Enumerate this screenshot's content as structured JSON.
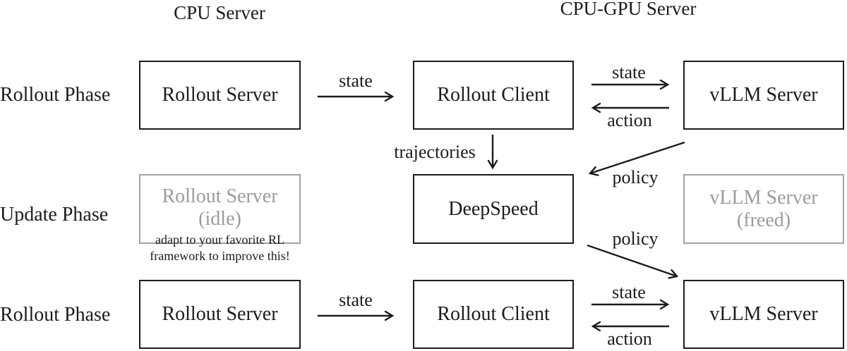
{
  "headers": {
    "cpu_server": "CPU Server",
    "cpu_gpu_server": "CPU-GPU Server"
  },
  "phases": {
    "rollout_top": "Rollout Phase",
    "update": "Update Phase",
    "rollout_bottom": "Rollout Phase"
  },
  "nodes": {
    "rollout_server_top": {
      "label": "Rollout Server"
    },
    "rollout_client_top": {
      "label": "Rollout Client"
    },
    "vllm_server_top": {
      "label": "vLLM Server"
    },
    "rollout_server_idle": {
      "label": "Rollout Server",
      "sublabel": "(idle)",
      "note_line1": "adapt to your favorite RL",
      "note_line2": "framework to improve this!"
    },
    "deepspeed": {
      "label": "DeepSpeed"
    },
    "vllm_server_freed": {
      "label": "vLLM Server",
      "sublabel": "(freed)"
    },
    "rollout_server_bottom": {
      "label": "Rollout Server"
    },
    "rollout_client_bottom": {
      "label": "Rollout Client"
    },
    "vllm_server_bottom": {
      "label": "vLLM Server"
    }
  },
  "edges": {
    "state_row1_left": "state",
    "state_row1_right": "state",
    "action_row1": "action",
    "trajectories": "trajectories",
    "policy_in": "policy",
    "policy_out": "policy",
    "state_row3_left": "state",
    "state_row3_right": "state",
    "action_row3": "action"
  },
  "colors": {
    "ink": "#1c1c1c",
    "muted_text": "#9c9c9c",
    "muted_border": "#a3a3a3"
  }
}
